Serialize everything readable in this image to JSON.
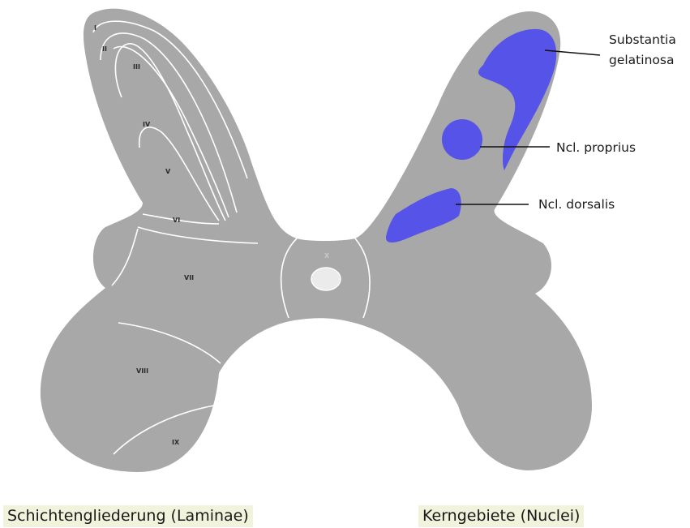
{
  "colors": {
    "background": "#ffffff",
    "gray_matter": "#a8a8a8",
    "nucleus_fill": "#5653e8",
    "boundary_lines": "#ffffff",
    "central_canal": "#ebebeb",
    "caption_bg": "#f1f3dc"
  },
  "laminae": {
    "i": "I",
    "ii": "II",
    "iii": "III",
    "iv": "IV",
    "v": "V",
    "vi": "VI",
    "vii": "VII",
    "viii": "VIII",
    "ix": "IX",
    "x": "X"
  },
  "nuclei": {
    "substantia_line1": "Substantia",
    "substantia_line2": "gelatinosa",
    "proprius": "Ncl. proprius",
    "dorsalis": "Ncl. dorsalis"
  },
  "captions": {
    "left": "Schichtengliederung (Laminae)",
    "right": "Kerngebiete (Nuclei)"
  }
}
